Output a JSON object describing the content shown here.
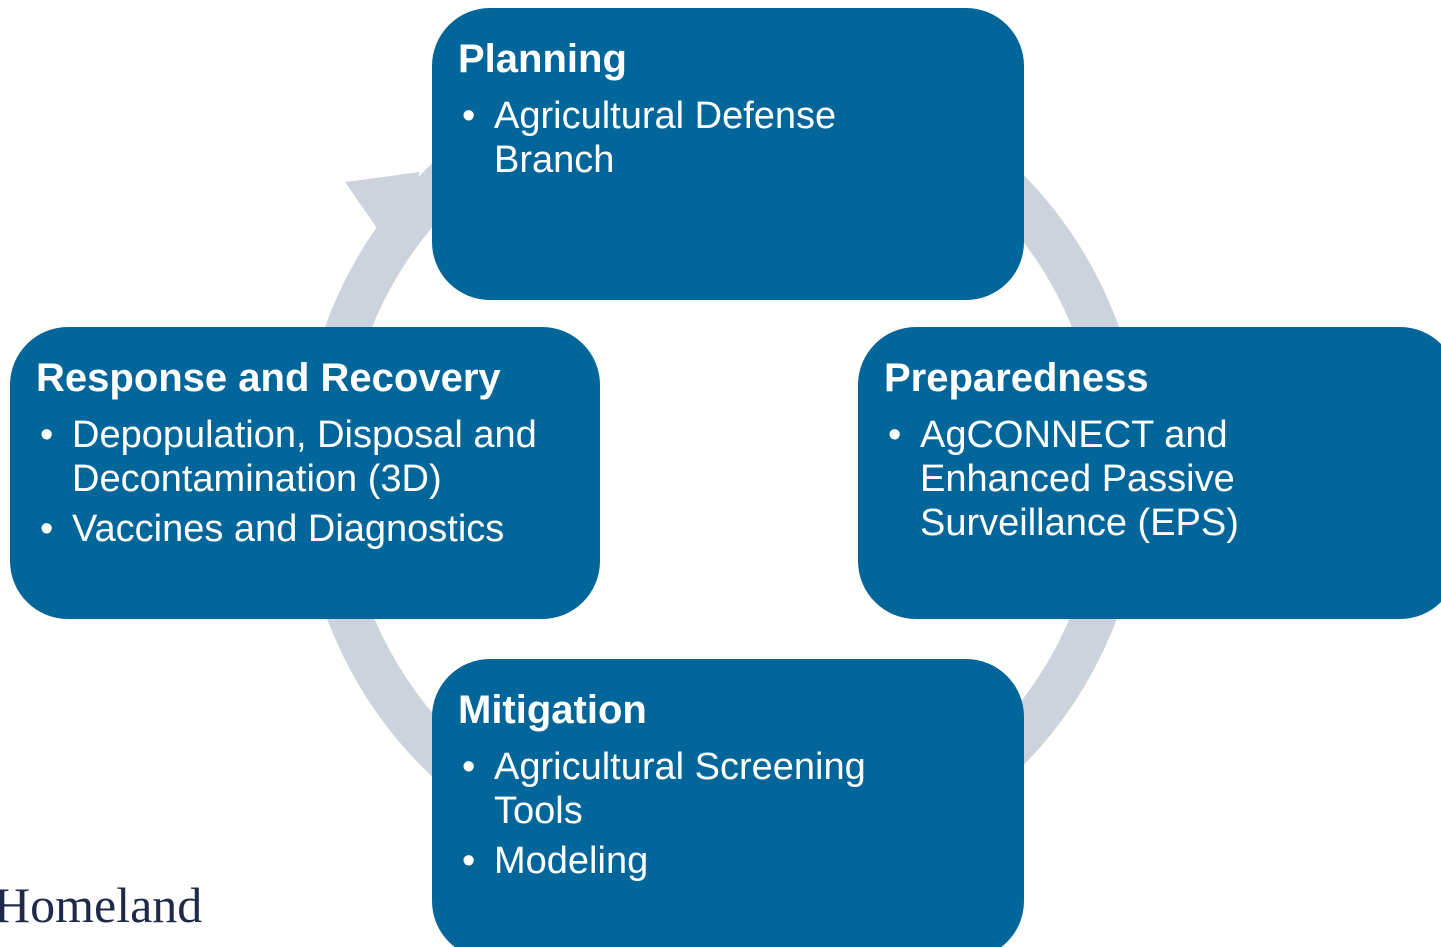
{
  "colors": {
    "node_fill": "#03669a",
    "cycle_arrow": "#cdd3dd",
    "text": "#ffffff",
    "logo_text": "#1e2a4a"
  },
  "nodes": {
    "planning": {
      "title": "Planning",
      "items": [
        "Agricultural Defense Branch"
      ]
    },
    "preparedness": {
      "title": "Preparedness",
      "items": [
        "AgCONNECT and Enhanced Passive Surveillance (EPS)"
      ]
    },
    "mitigation": {
      "title": "Mitigation",
      "items": [
        "Agricultural Screening Tools",
        "Modeling"
      ]
    },
    "response": {
      "title": "Response and Recovery",
      "items": [
        "Depopulation, Disposal and Decontamination (3D)",
        "Vaccines and Diagnostics"
      ]
    }
  },
  "logo": {
    "line1": "Homeland"
  }
}
